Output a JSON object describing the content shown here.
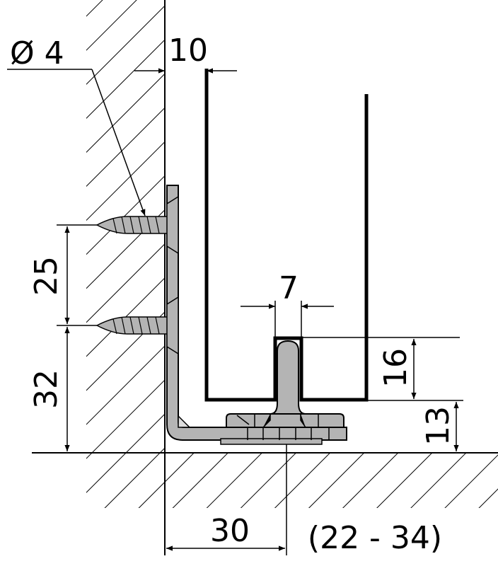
{
  "diagram": {
    "labels": {
      "screw_diameter": "Ø 4",
      "wall_gap": "10",
      "screw_spacing": "25",
      "screw_height": "32",
      "slot_width": "7",
      "slot_depth": "16",
      "floor_clearance": "13",
      "wall_offset": "30",
      "offset_range": "(22 - 34)"
    },
    "colors": {
      "metal": "#b4b4b4",
      "line": "#000000"
    }
  }
}
